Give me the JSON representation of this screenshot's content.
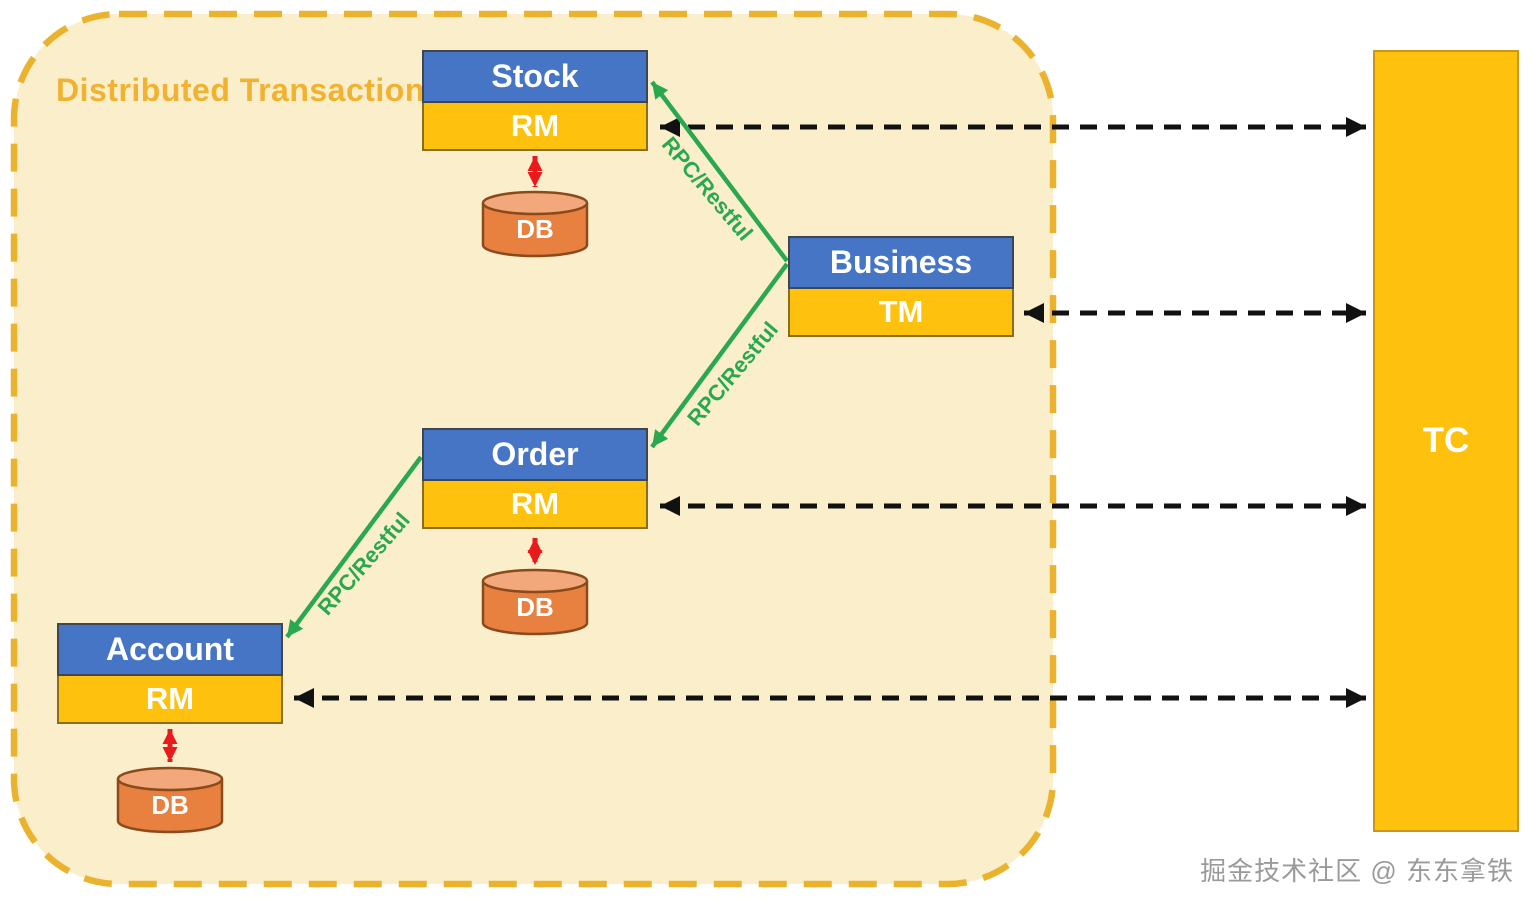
{
  "diagram": {
    "title": "Distributed Transaction",
    "services": [
      {
        "name": "Stock",
        "role": "RM",
        "db_label": "DB"
      },
      {
        "name": "Business",
        "role": "TM"
      },
      {
        "name": "Order",
        "role": "RM",
        "db_label": "DB"
      },
      {
        "name": "Account",
        "role": "RM",
        "db_label": "DB"
      }
    ],
    "coordinator_label": "TC",
    "rpc_links": [
      {
        "from": "Business",
        "to": "Stock",
        "label": "RPC/Restful"
      },
      {
        "from": "Business",
        "to": "Order",
        "label": "RPC/Restful"
      },
      {
        "from": "Order",
        "to": "Account",
        "label": "RPC/Restful"
      }
    ],
    "watermark": "掘金技术社区 @ 东东拿铁",
    "colors": {
      "boundary_fill": "#FBEECB",
      "boundary_dash": "#EBB32D",
      "title_text": "#F1B232",
      "service_header_blue": "#4575C4",
      "role_yellow": "#FEC10D",
      "tc_fill": "#FEC10D",
      "db_body_orange": "#E8813F",
      "db_top_orange": "#F2A87B",
      "rpc_arrow_green": "#2AA84F",
      "db_arrow_red": "#E9191C",
      "tc_arrow_black": "#111111",
      "watermark_gray": "#9A9A9A"
    }
  }
}
